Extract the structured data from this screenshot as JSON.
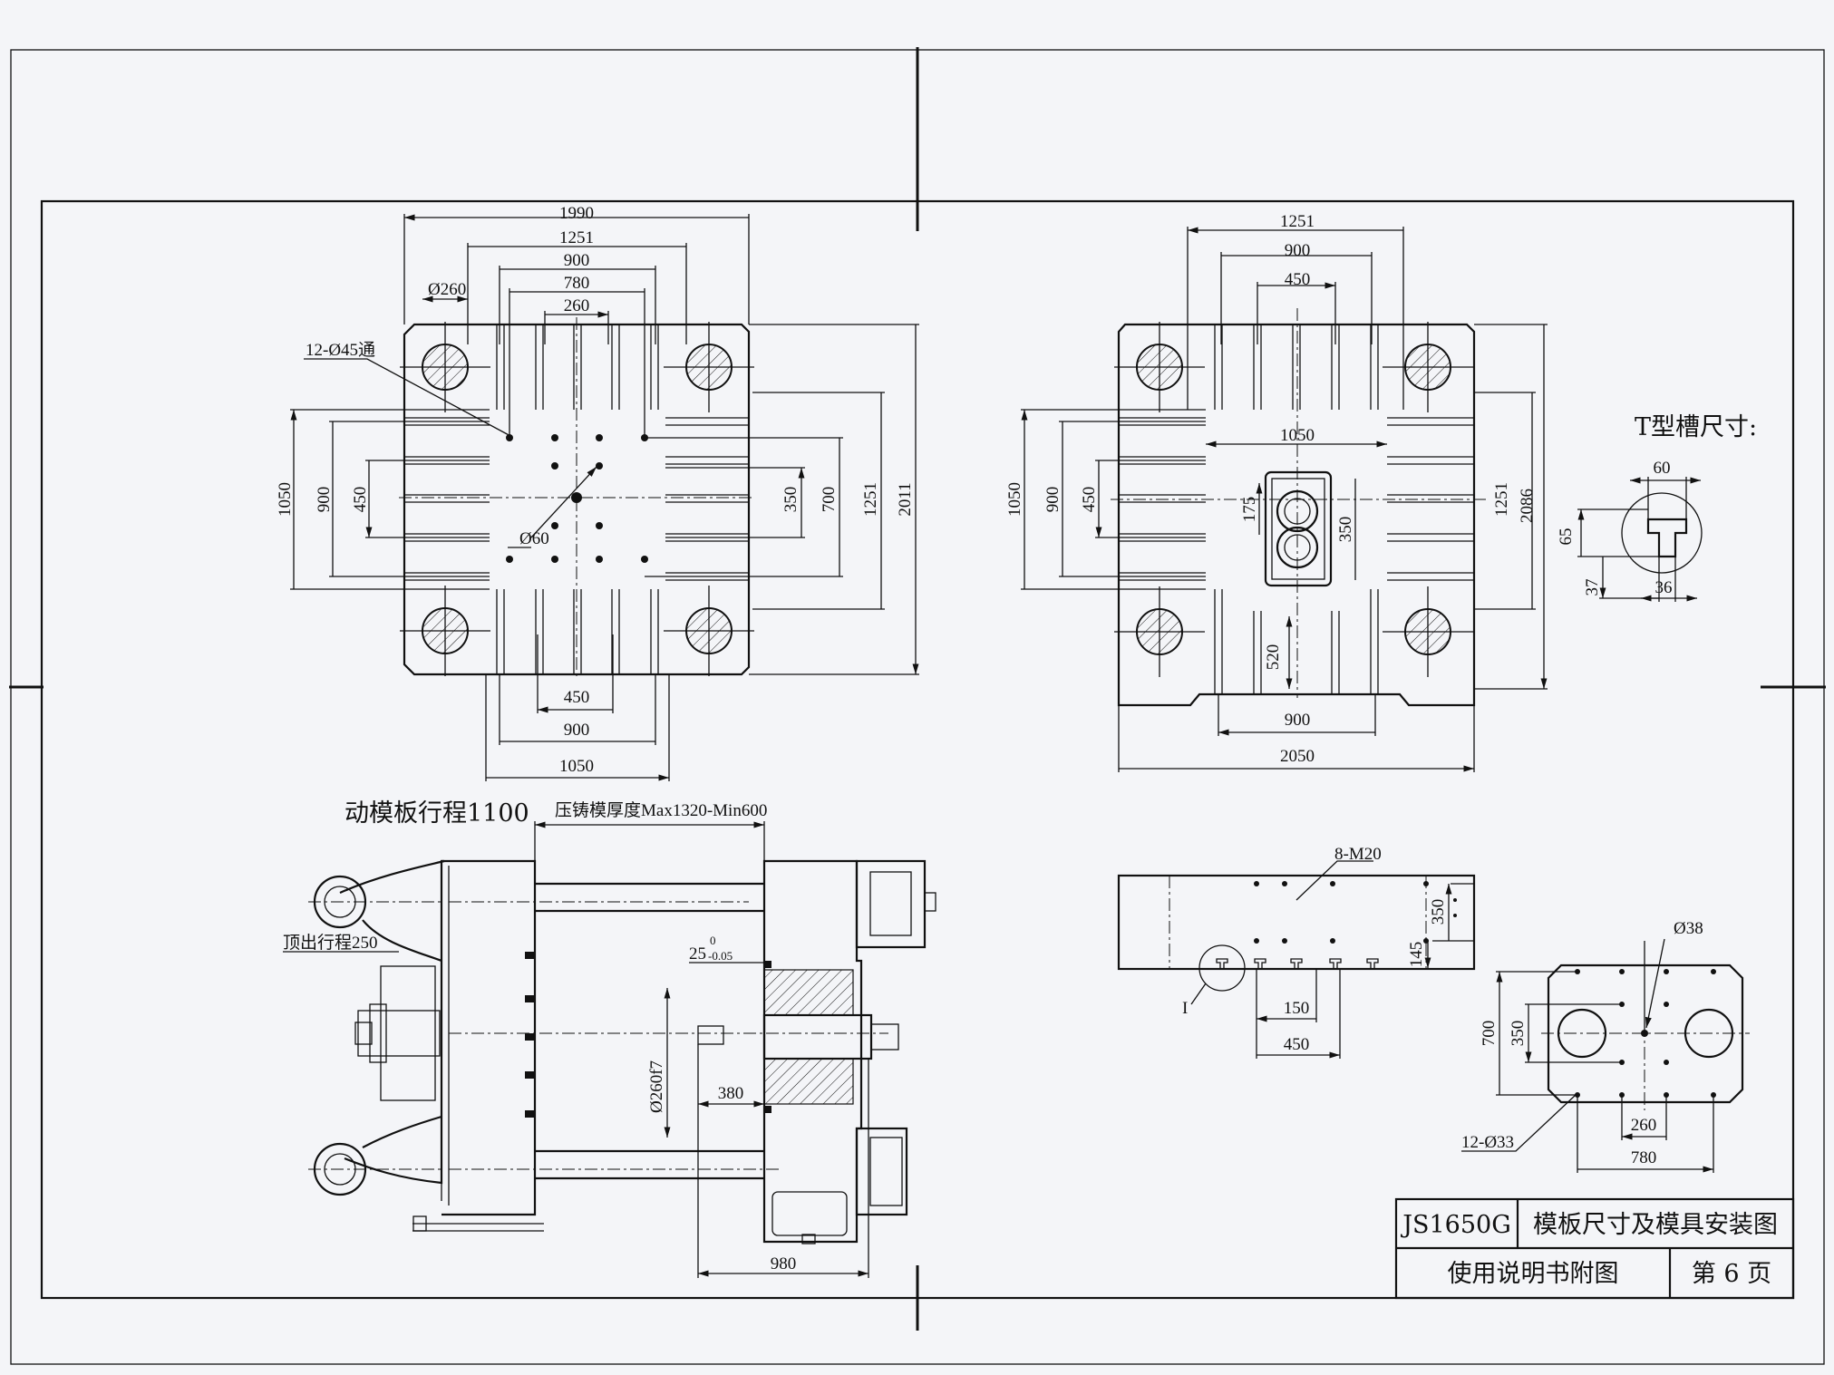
{
  "top_left_plate": {
    "dims_top": [
      "1990",
      "1251",
      "900",
      "780",
      "260"
    ],
    "dia_260": "Ø260",
    "holes_note": "12-Ø45通",
    "dia_60": "Ø60",
    "dims_left": [
      "1050",
      "900",
      "450"
    ],
    "dims_right": [
      "350",
      "700",
      "1251",
      "2011"
    ],
    "dims_bottom": [
      "450",
      "900",
      "1050"
    ]
  },
  "top_right_plate": {
    "dims_top": [
      "1251",
      "900",
      "450"
    ],
    "dim_1050_inner": "1050",
    "dims_left": [
      "1050",
      "900",
      "450"
    ],
    "dims_center": [
      "175",
      "350"
    ],
    "dims_right": [
      "1251",
      "2086"
    ],
    "dim_520": "520",
    "dims_bottom": [
      "900",
      "2050"
    ]
  },
  "t_slot": {
    "title": "T型槽尺寸:",
    "dims": [
      "60",
      "65",
      "37",
      "36"
    ]
  },
  "side_view": {
    "stroke_label": "动模板行程1100",
    "die_thickness": "压铸模厚度Max1320-Min600",
    "ejector_stroke": "顶出行程250",
    "tolerance_main": "25",
    "tolerance_upper": "0",
    "tolerance_lower": "-0.05",
    "dia_fit": "Ø260f7",
    "dim_380": "380",
    "dim_980": "980"
  },
  "bottom_right": {
    "m20_note": "8-M20",
    "dims_right": [
      "350",
      "145"
    ],
    "detail_mark": "I",
    "dims_bottom": [
      "150",
      "450"
    ],
    "dia_38": "Ø38",
    "dims_small_left": [
      "700",
      "350"
    ],
    "holes_note": "12-Ø33",
    "dims_small_bottom": [
      "260",
      "780"
    ]
  },
  "title_block": {
    "model": "JS1650G",
    "title": "模板尺寸及模具安装图",
    "subtitle": "使用说明书附图",
    "page": "第 6 页"
  }
}
